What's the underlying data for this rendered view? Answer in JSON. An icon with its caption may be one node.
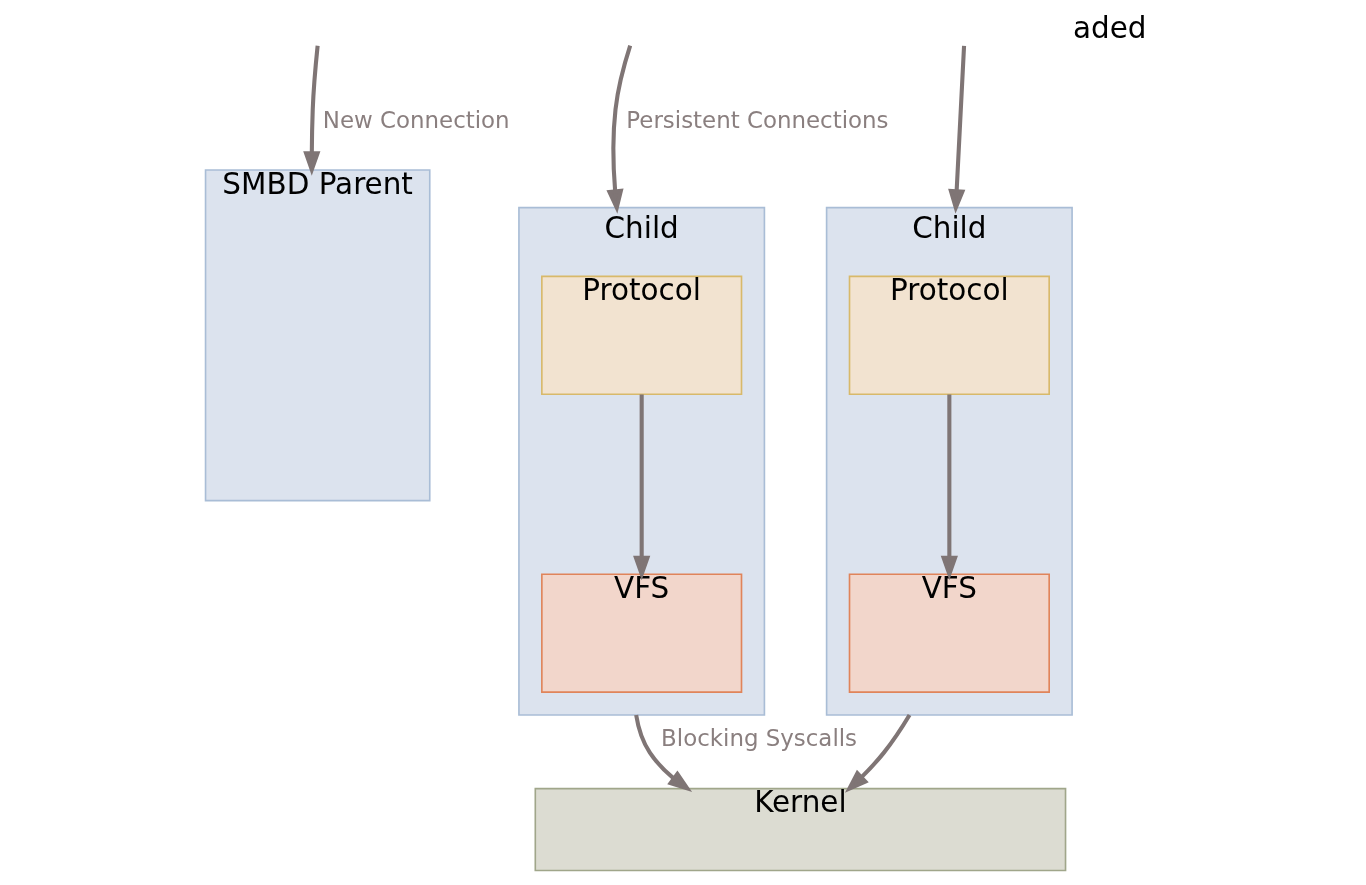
{
  "diagram": {
    "nodes": [
      {
        "text": [
          "SMBD Parent"
        ]
      },
      {
        "text": [
          "Child"
        ]
      },
      {
        "text": [
          "Protocol"
        ],
        "in": 1
      },
      {
        "text": [
          "VFS"
        ],
        "in": 1
      },
      {
        "text": [
          "Child"
        ]
      },
      {
        "text": [
          "Protocol"
        ],
        "in": 4
      },
      {
        "text": [
          "VFS"
        ],
        "in": 4
      },
      {
        "text": [
          "Kernel"
        ]
      }
    ],
    "edges": [
      {
        "from": null,
        "to": 0,
        "arrow": "to",
        "label": "New Connection"
      },
      {
        "from": null,
        "to": 1,
        "arrow": "to"
      },
      {
        "from": null,
        "to": 4,
        "arrow": "to",
        "label": "Persistent Connections"
      },
      {
        "from": 2,
        "to": 3,
        "arrow": "to"
      },
      {
        "from": 5,
        "to": 6,
        "arrow": "to"
      },
      {
        "from": 1,
        "to": 7,
        "arrow": "to"
      },
      {
        "from": 4,
        "to": 7,
        "arrow": "to",
        "label": "Blocking Syscalls"
      }
    ],
    "labels": [
      "aded"
    ]
  }
}
